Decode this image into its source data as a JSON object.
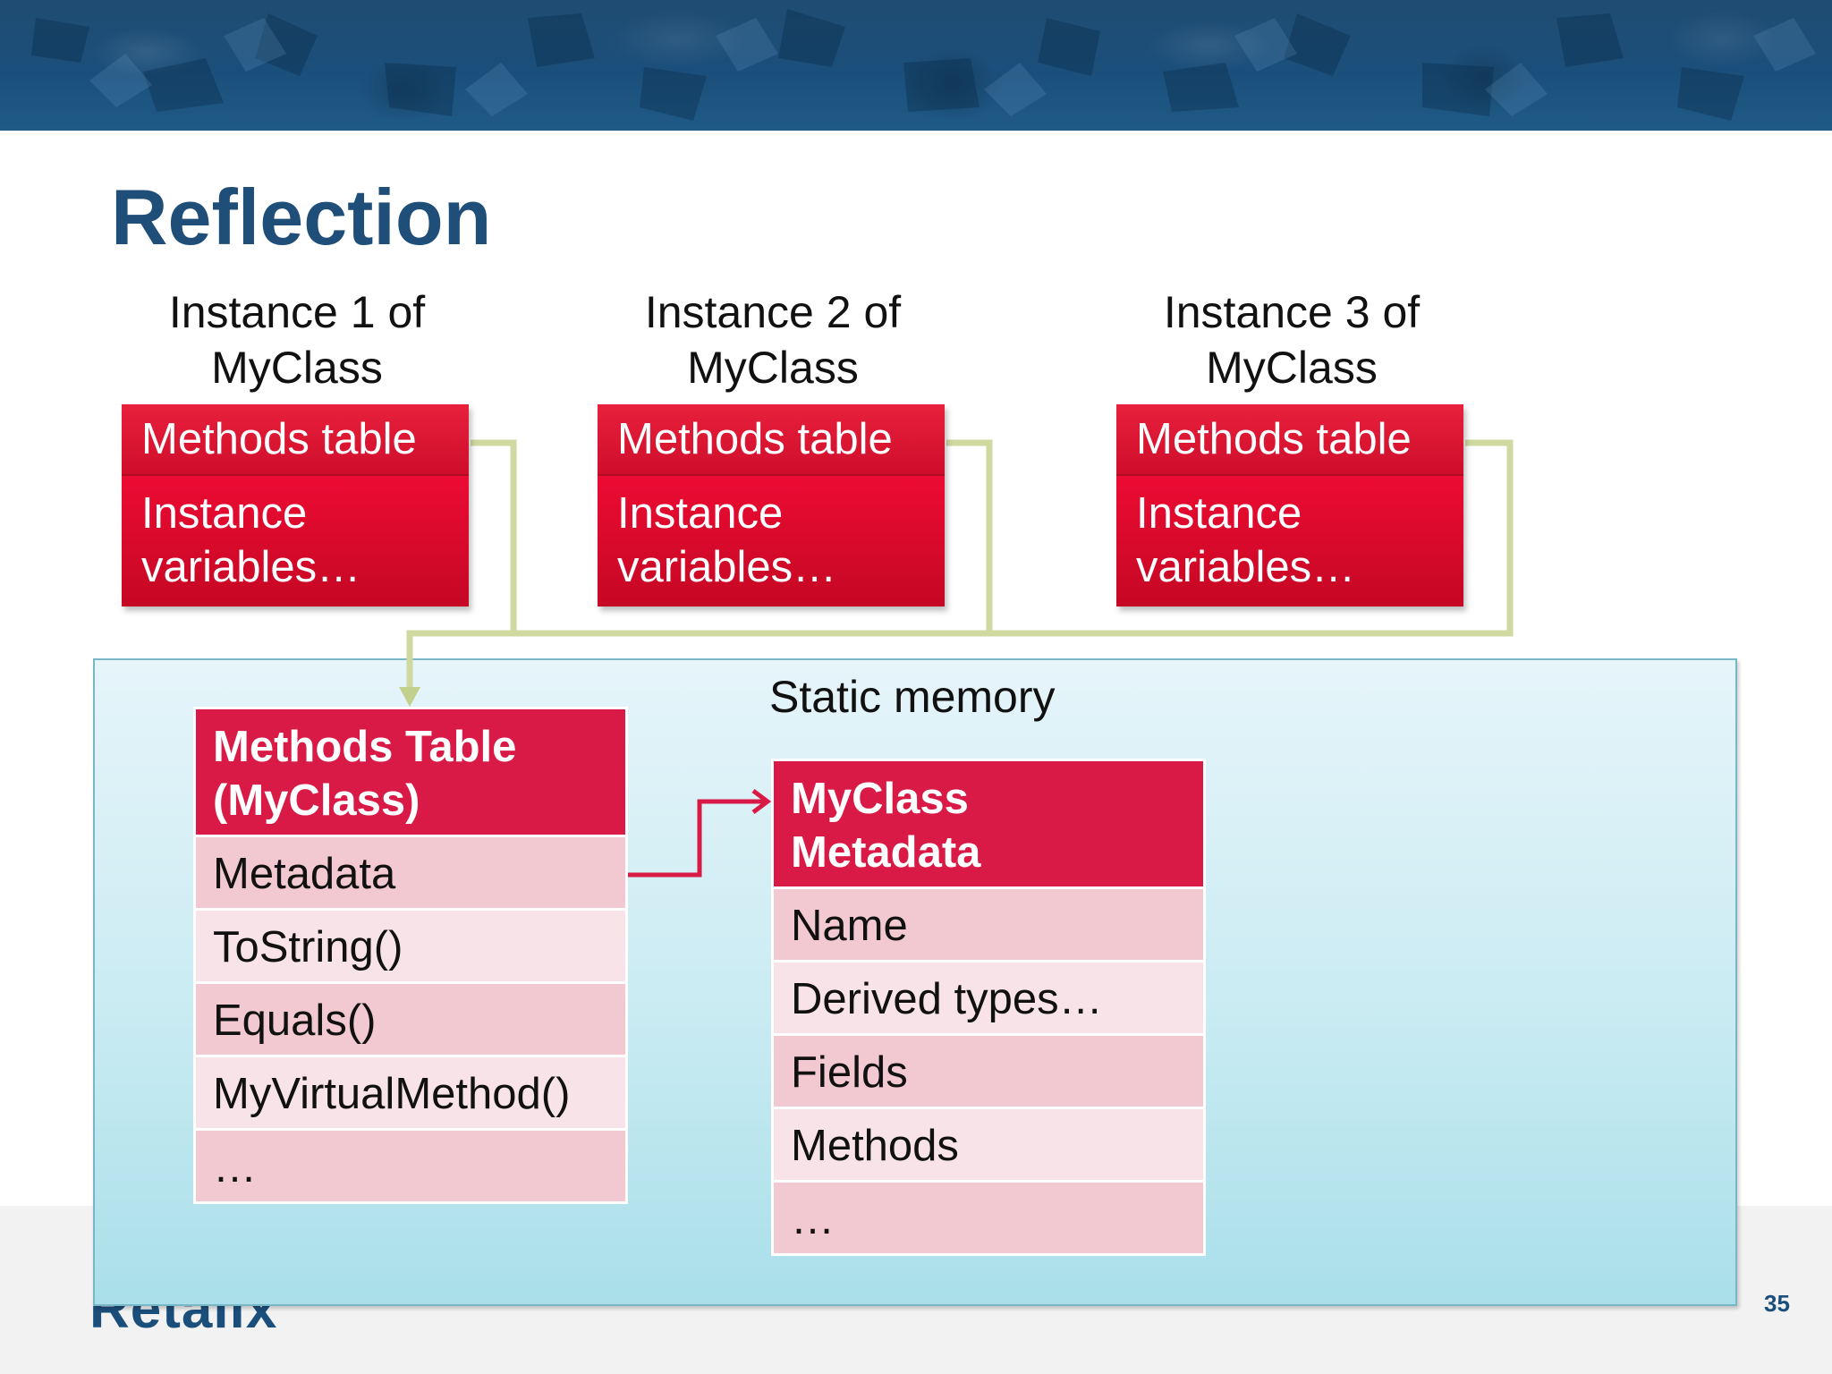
{
  "slide": {
    "title": "Reflection",
    "page_number": "35",
    "footer_logo": "Retalix",
    "footer_note": "Retalix"
  },
  "instances": [
    {
      "caption_line1": "Instance 1 of",
      "caption_line2": "MyClass",
      "methods_table": "Methods table",
      "vars_line1": "Instance",
      "vars_line2": "variables…"
    },
    {
      "caption_line1": "Instance 2 of",
      "caption_line2": "MyClass",
      "methods_table": "Methods table",
      "vars_line1": "Instance",
      "vars_line2": "variables…"
    },
    {
      "caption_line1": "Instance 3 of",
      "caption_line2": "MyClass",
      "methods_table": "Methods table",
      "vars_line1": "Instance",
      "vars_line2": "variables…"
    }
  ],
  "static_memory": {
    "label": "Static memory",
    "methods_table": {
      "header_line1": "Methods Table",
      "header_line2": "(MyClass)",
      "rows": [
        "Metadata",
        "ToString()",
        "Equals()",
        "MyVirtualMethod()",
        "…"
      ]
    },
    "metadata": {
      "header_line1": "MyClass",
      "header_line2": "Metadata",
      "rows": [
        "Name",
        "Derived types…",
        "Fields",
        "Methods",
        "…"
      ]
    }
  },
  "colors": {
    "title": "#1f4e79",
    "instance_red": "#e01030",
    "table_header": "#d91a46",
    "connector_green": "#cfd9a0",
    "connector_red": "#d91a46"
  }
}
